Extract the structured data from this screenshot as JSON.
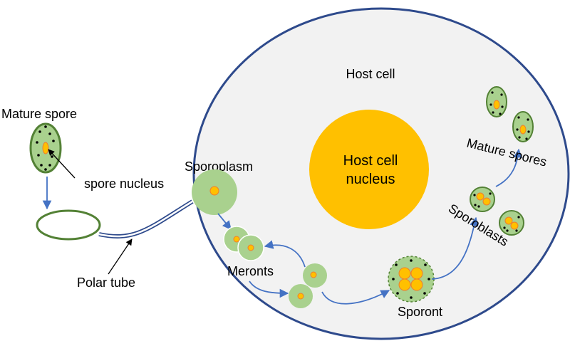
{
  "labels": {
    "mature_spore": "Mature spore",
    "spore_nucleus": "spore nucleus",
    "polar_tube": "Polar tube",
    "host_cell": "Host cell",
    "host_nucleus_line1": "Host cell",
    "host_nucleus_line2": "nucleus",
    "sporoplasm": "Sporoplasm",
    "meronts": "Meronts",
    "sporont": "Sporont",
    "sporoblasts": "Sporoblasts",
    "mature_spores": "Mature spores"
  },
  "colors": {
    "cell_outline": "#2e4a8c",
    "cell_fill": "#f2f2f2",
    "nucleus": "#ffc000",
    "spore_green": "#a9d18e",
    "spore_outline": "#538135",
    "arrow_blue": "#4472c4",
    "nucleus_outline": "#ed7d31"
  }
}
